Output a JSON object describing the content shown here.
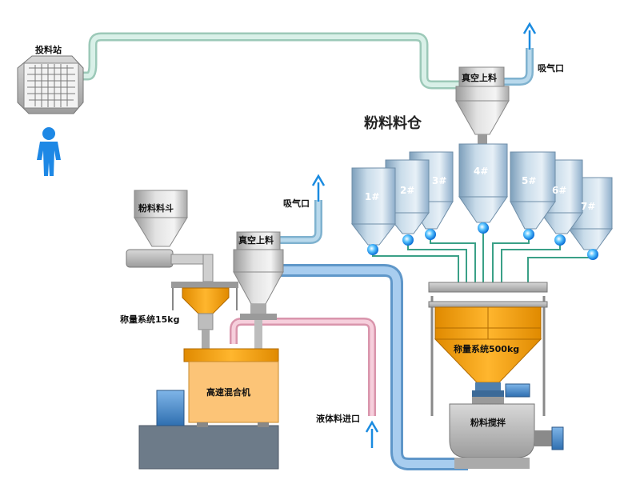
{
  "title": "粉料料仓",
  "labels": {
    "feeding_station": "投料站",
    "vacuum_top": "真空上料",
    "vacuum_left": "真空上料",
    "air_outlet_top": "吸气口",
    "air_outlet_left": "吸气口",
    "powder_hopper": "粉料料斗",
    "weighing_small": "称量系统15kg",
    "weighing_big": "称量系统500kg",
    "mixer": "高速混合机",
    "liquid_inlet": "液体料进口",
    "powder_stirrer": "粉料搅拌"
  },
  "silos": [
    "1#",
    "2#",
    "3#",
    "4#",
    "5#",
    "6#",
    "7#"
  ],
  "colors": {
    "silo_steel": "#a9c6db",
    "orange_fill": "#f6a21a",
    "mixer_body": "#fcc477",
    "pipe_green": "#bfe3d6",
    "pipe_blue": "#7fb2df",
    "pipe_pink": "#efb6c8",
    "arrow_blue": "#1a8be0",
    "person_blue": "#1e88e5"
  }
}
